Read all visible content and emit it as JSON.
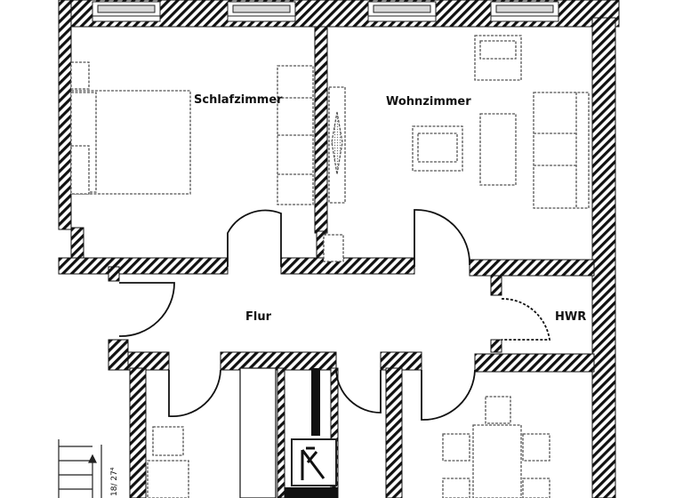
{
  "plan": {
    "rooms": {
      "schlafzimmer": "Schlafzimmer",
      "wohnzimmer": "Wohnzimmer",
      "flur": "Flur",
      "hwr": "HWR"
    },
    "stair_label": "18/ 27⁴"
  },
  "colors": {
    "wall_hatch": "#111111",
    "line": "#222222",
    "furniture": "#555555",
    "background": "#ffffff"
  }
}
